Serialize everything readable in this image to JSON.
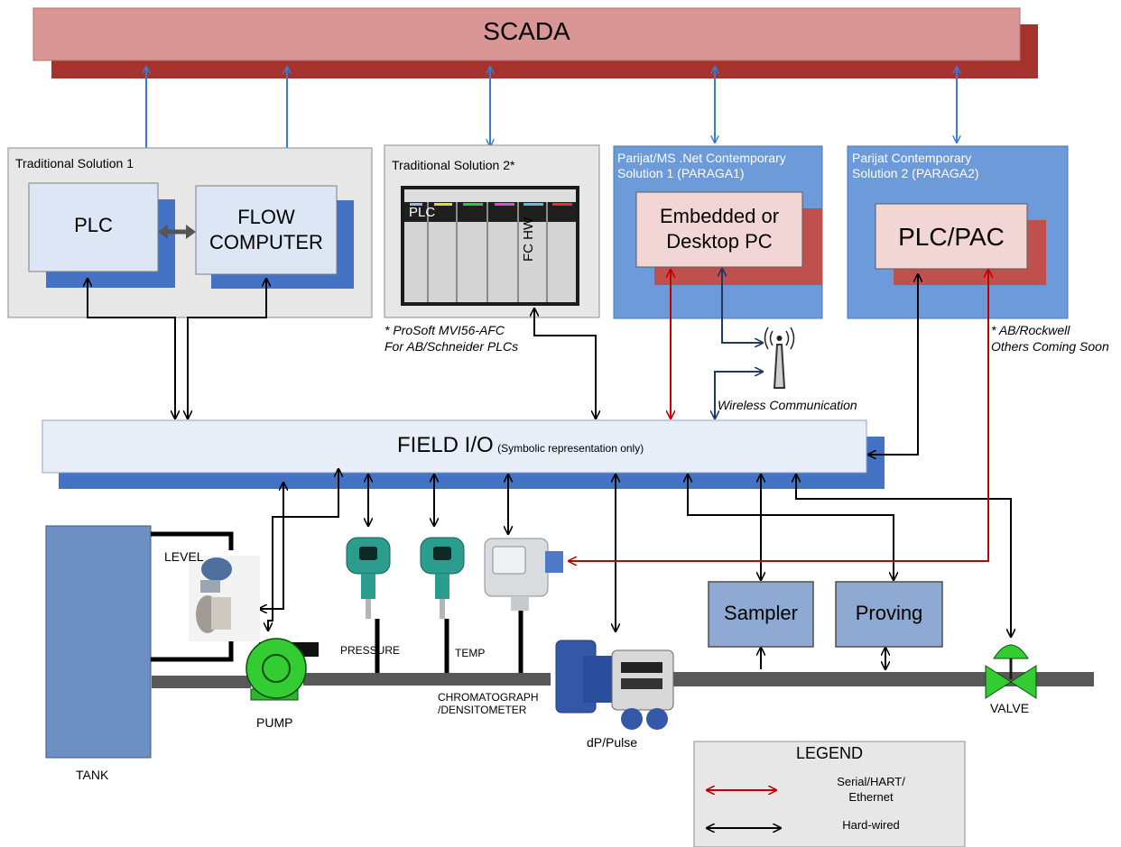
{
  "scada": {
    "label": "SCADA"
  },
  "solutions": {
    "trad1": {
      "title": "Traditional Solution 1",
      "plc": "PLC",
      "flow_computer": "FLOW\nCOMPUTER"
    },
    "trad2": {
      "title": "Traditional Solution 2*",
      "rack_plc": "PLC",
      "rack_fc": "FC HW",
      "note": "* ProSoft MVI56-AFC\nFor AB/Schneider PLCs"
    },
    "parijat1": {
      "title": "Parijat/MS .Net Contemporary\nSolution 1 (PARAGA1)",
      "box": "Embedded or\nDesktop PC"
    },
    "parijat2": {
      "title": "Parijat Contemporary\nSolution 2 (PARAGA2)",
      "box": "PLC/PAC",
      "note": "* AB/Rockwell\nOthers Coming Soon"
    }
  },
  "wireless": {
    "label": "Wireless Communication"
  },
  "field_io": {
    "label": "FIELD I/O",
    "sublabel": "(Symbolic representation only)"
  },
  "field": {
    "tank": "TANK",
    "level": "LEVEL",
    "pump": "PUMP",
    "pressure": "PRESSURE",
    "temp": "TEMP",
    "chromatograph": "CHROMATOGRAPH\n/DENSITOMETER",
    "dp_pulse": "dP/Pulse",
    "sampler": "Sampler",
    "proving": "Proving",
    "valve": "VALVE"
  },
  "legend": {
    "title": "LEGEND",
    "items": [
      {
        "label": "Serial/HART/\nEthernet",
        "color": "#c00000"
      },
      {
        "label": "Hard-wired",
        "color": "#000000"
      }
    ]
  },
  "colors": {
    "scada_face": "#d99694",
    "scada_shadow": "#a5322c",
    "panel_grey": "#e7e7e7",
    "panel_blue": "#6d9ad8",
    "blue_shadow": "#4472c4",
    "red_shadow": "#c0504d",
    "wire_blue": "#3a7bd5",
    "wire_red": "#c00000",
    "pump_green": "#33cc33"
  }
}
